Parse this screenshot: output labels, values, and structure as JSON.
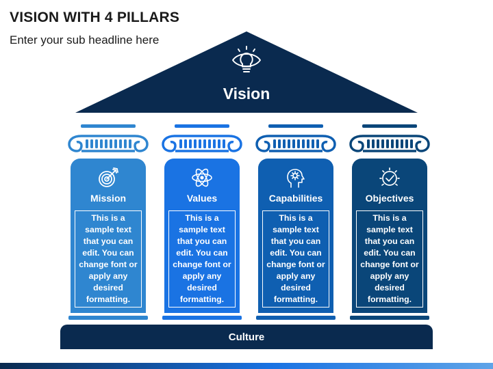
{
  "slide": {
    "title": "VISION WITH 4 PILLARS",
    "subtitle": "Enter your sub headline here"
  },
  "roof": {
    "label": "Vision",
    "icon": "eye-lightbulb-icon",
    "color": "#0a2a4f"
  },
  "pillars": [
    {
      "title": "Mission",
      "icon": "target-arrow-icon",
      "text": "This is a sample text that you can edit. You can change font or apply any desired formatting.",
      "color": "#2f86d0"
    },
    {
      "title": "Values",
      "icon": "atom-icon",
      "text": "This is a sample text that you can edit. You can change font or apply any desired formatting.",
      "color": "#1a73e3"
    },
    {
      "title": "Capabilities",
      "icon": "gear-head-icon",
      "text": "This is a sample text that you can edit. You can change font or apply any desired formatting.",
      "color": "#0f5fb1"
    },
    {
      "title": "Objectives",
      "icon": "checkmark-badge-icon",
      "text": "This is a sample text that you can edit. You can change font or apply any desired formatting.",
      "color": "#0a4679"
    }
  ],
  "foundation": {
    "label": "Culture",
    "color": "#0a2a4f"
  },
  "footer_colors": [
    "#0a2a4f",
    "#1a73e3",
    "#5fa4e8"
  ]
}
